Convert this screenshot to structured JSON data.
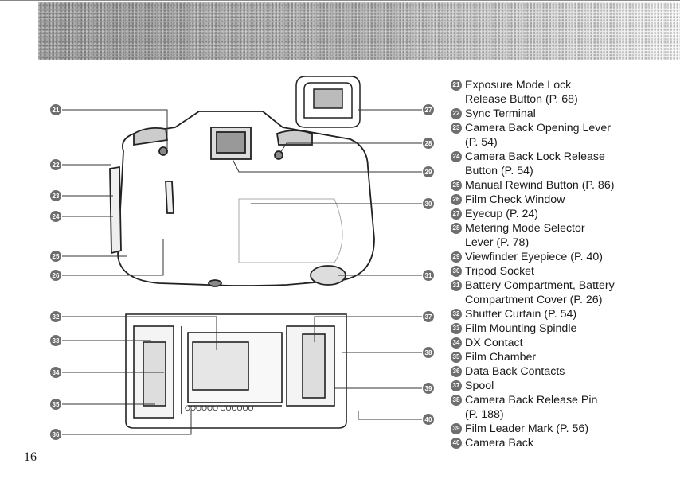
{
  "page": {
    "number": "16"
  },
  "diagram_callouts": {
    "left": [
      "21",
      "22",
      "23",
      "24",
      "25",
      "26",
      "32",
      "33",
      "34",
      "35",
      "36"
    ],
    "right": [
      "27",
      "28",
      "29",
      "30",
      "31",
      "37",
      "38",
      "39",
      "40"
    ]
  },
  "film_counter_marks": "OOOOOO OOOOOO",
  "parts": [
    {
      "number": "21",
      "label": "Exposure Mode Lock\nRelease Button (P. 68)"
    },
    {
      "number": "22",
      "label": "Sync Terminal"
    },
    {
      "number": "23",
      "label": "Camera Back Opening Lever\n(P. 54)"
    },
    {
      "number": "24",
      "label": "Camera Back Lock Release\nButton (P. 54)"
    },
    {
      "number": "25",
      "label": "Manual Rewind Button (P. 86)"
    },
    {
      "number": "26",
      "label": "Film Check Window"
    },
    {
      "number": "27",
      "label": "Eyecup (P. 24)"
    },
    {
      "number": "28",
      "label": "Metering Mode Selector\nLever (P. 78)"
    },
    {
      "number": "29",
      "label": "Viewfinder Eyepiece (P. 40)"
    },
    {
      "number": "30",
      "label": "Tripod Socket"
    },
    {
      "number": "31",
      "label": "Battery Compartment, Battery\nCompartment Cover (P. 26)"
    },
    {
      "number": "32",
      "label": "Shutter Curtain (P. 54)"
    },
    {
      "number": "33",
      "label": "Film Mounting Spindle"
    },
    {
      "number": "34",
      "label": "DX Contact"
    },
    {
      "number": "35",
      "label": "Film Chamber"
    },
    {
      "number": "36",
      "label": "Data Back Contacts"
    },
    {
      "number": "37",
      "label": "Spool"
    },
    {
      "number": "38",
      "label": "Camera Back Release Pin\n(P. 188)"
    },
    {
      "number": "39",
      "label": "Film Leader Mark (P. 56)"
    },
    {
      "number": "40",
      "label": "Camera Back"
    }
  ]
}
